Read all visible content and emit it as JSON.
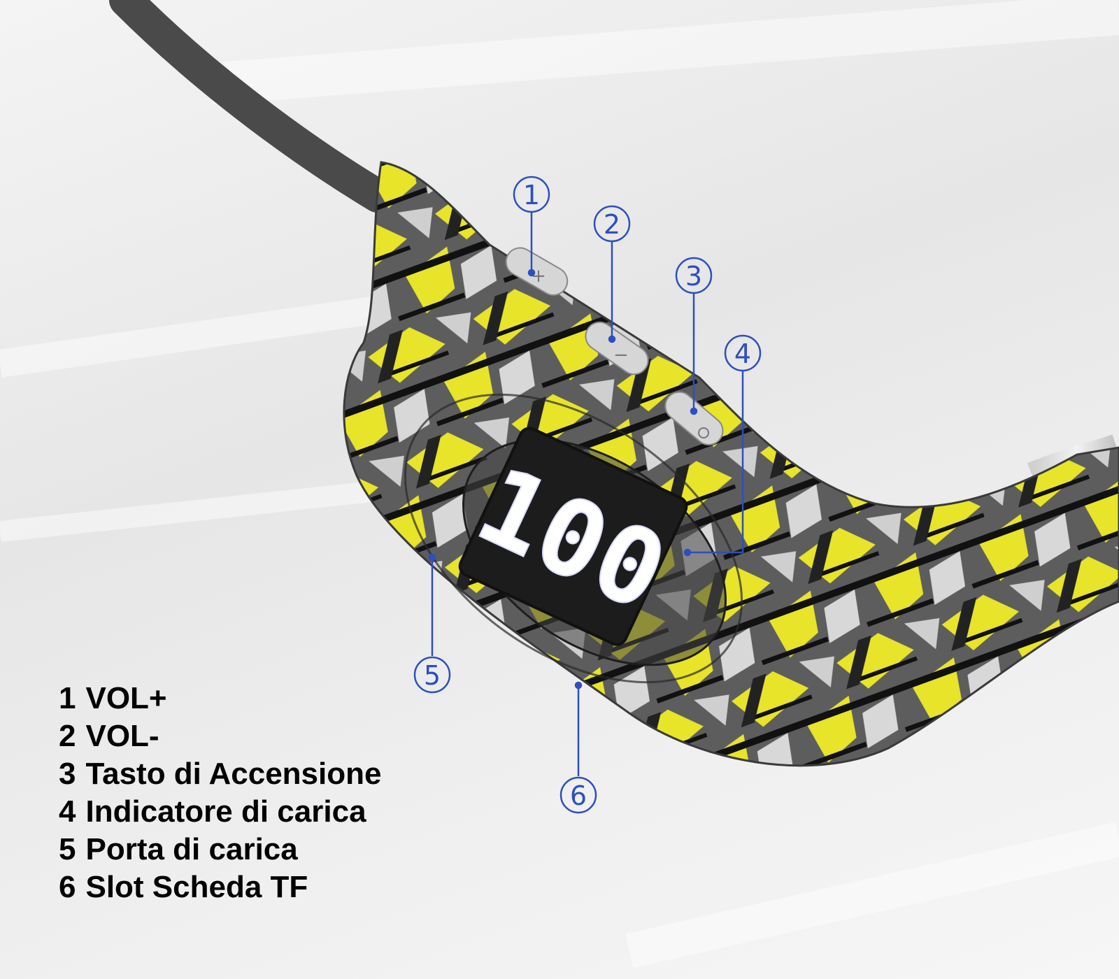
{
  "display": {
    "value": "100"
  },
  "callouts": [
    {
      "number": "1"
    },
    {
      "number": "2"
    },
    {
      "number": "3"
    },
    {
      "number": "4"
    },
    {
      "number": "5"
    },
    {
      "number": "6"
    }
  ],
  "legend": [
    {
      "number": "1",
      "label": "VOL+"
    },
    {
      "number": "2",
      "label": "VOL-"
    },
    {
      "number": "3",
      "label": "Tasto di Accensione"
    },
    {
      "number": "4",
      "label": "Indicatore di carica"
    },
    {
      "number": "5",
      "label": "Porta di carica"
    },
    {
      "number": "6",
      "label": "Slot Scheda TF"
    }
  ],
  "colors": {
    "accent_yellow": "#e7e42a",
    "body_gray": "#5b5b5b",
    "callout_blue": "#2d4fbf",
    "display_digits": "#ffffff"
  },
  "icons": [
    "volume-up-icon",
    "volume-down-icon",
    "power-icon"
  ]
}
